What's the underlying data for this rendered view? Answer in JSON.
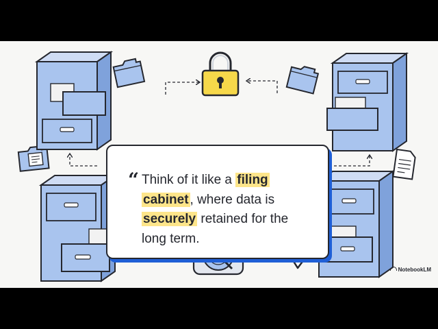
{
  "quote": {
    "line1_text": "Think of it like a ",
    "highlight1": "filing",
    "highlight2": "cabinet",
    "line2_text": ", where data is",
    "highlight3": "securely",
    "line3_text": " retained for the",
    "line4_text": "long term."
  },
  "brand": {
    "name": "NotebookLM"
  },
  "icons": [
    "padlock-icon",
    "hard-drive-icon",
    "folder-icon",
    "document-icon",
    "filing-cabinet-icon",
    "quote-mark-icon"
  ],
  "colors": {
    "background": "#f7f7f5",
    "cabinet_blue": "#a9c4ee",
    "cabinet_blue_dark": "#7fa2db",
    "accent_blue": "#1f5fd6",
    "highlight_yellow": "#fde58a",
    "padlock_yellow": "#f6d84a",
    "outline": "#25272e"
  }
}
